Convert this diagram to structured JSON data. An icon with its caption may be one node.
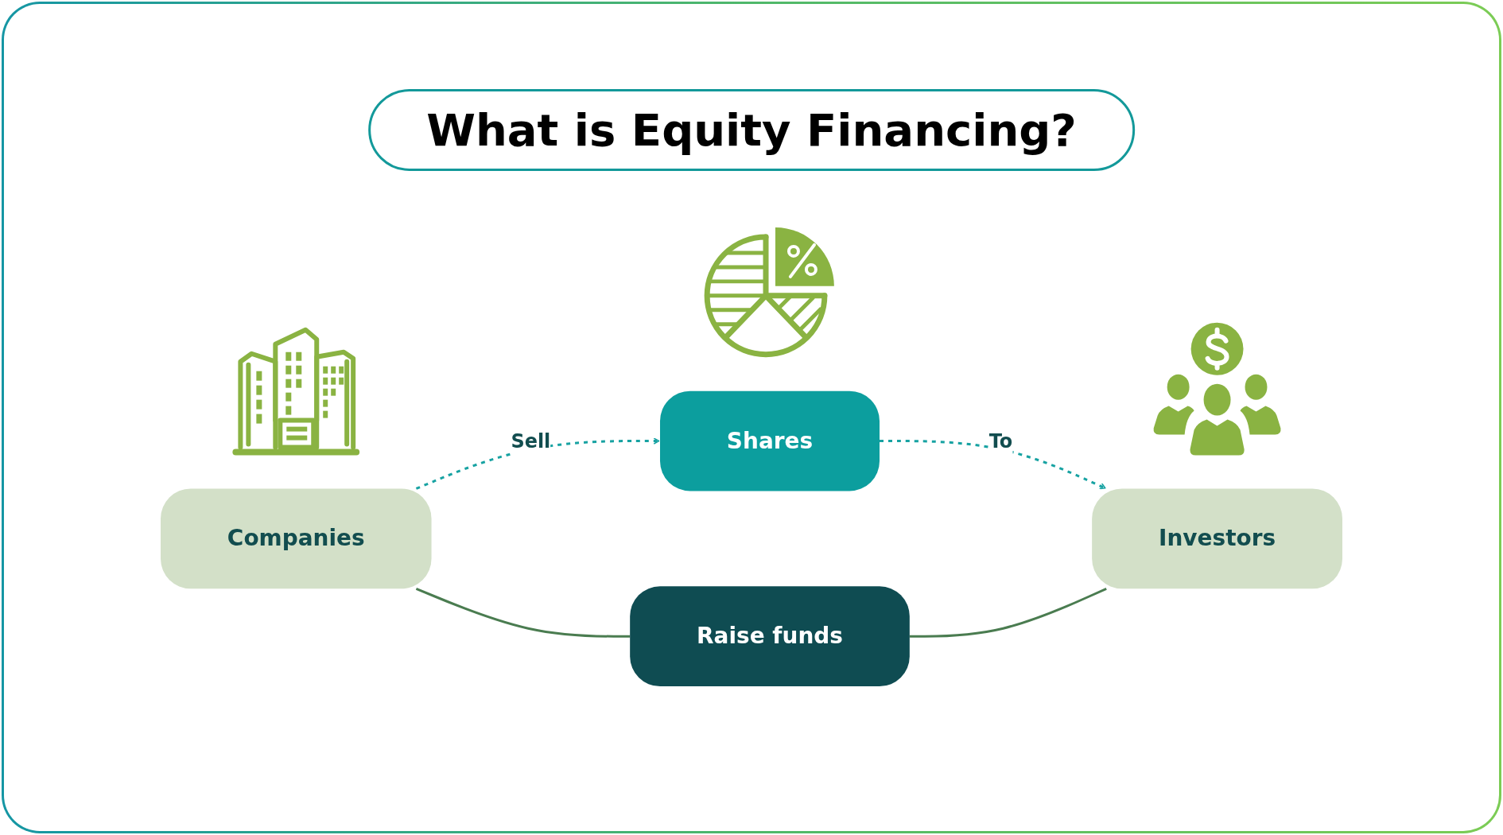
{
  "diagram": {
    "title": "What is Equity Financing?",
    "nodes": [
      {
        "text": [
          "Companies"
        ]
      },
      {
        "text": [
          "Shares"
        ]
      },
      {
        "text": [
          "Investors"
        ]
      },
      {
        "text": [
          "Raise funds"
        ]
      }
    ],
    "edges": [
      {
        "from": 0,
        "to": 1,
        "arrow": "to",
        "label": "Sell",
        "style": "dashed",
        "color": "#17a2a2"
      },
      {
        "from": 1,
        "to": 2,
        "arrow": "to",
        "label": "To",
        "style": "dashed",
        "color": "#17a2a2"
      },
      {
        "from": 0,
        "to": 3,
        "arrow": "none",
        "color": "#4a7c50"
      },
      {
        "from": 2,
        "to": 3,
        "arrow": "none",
        "color": "#4a7c50"
      }
    ]
  }
}
